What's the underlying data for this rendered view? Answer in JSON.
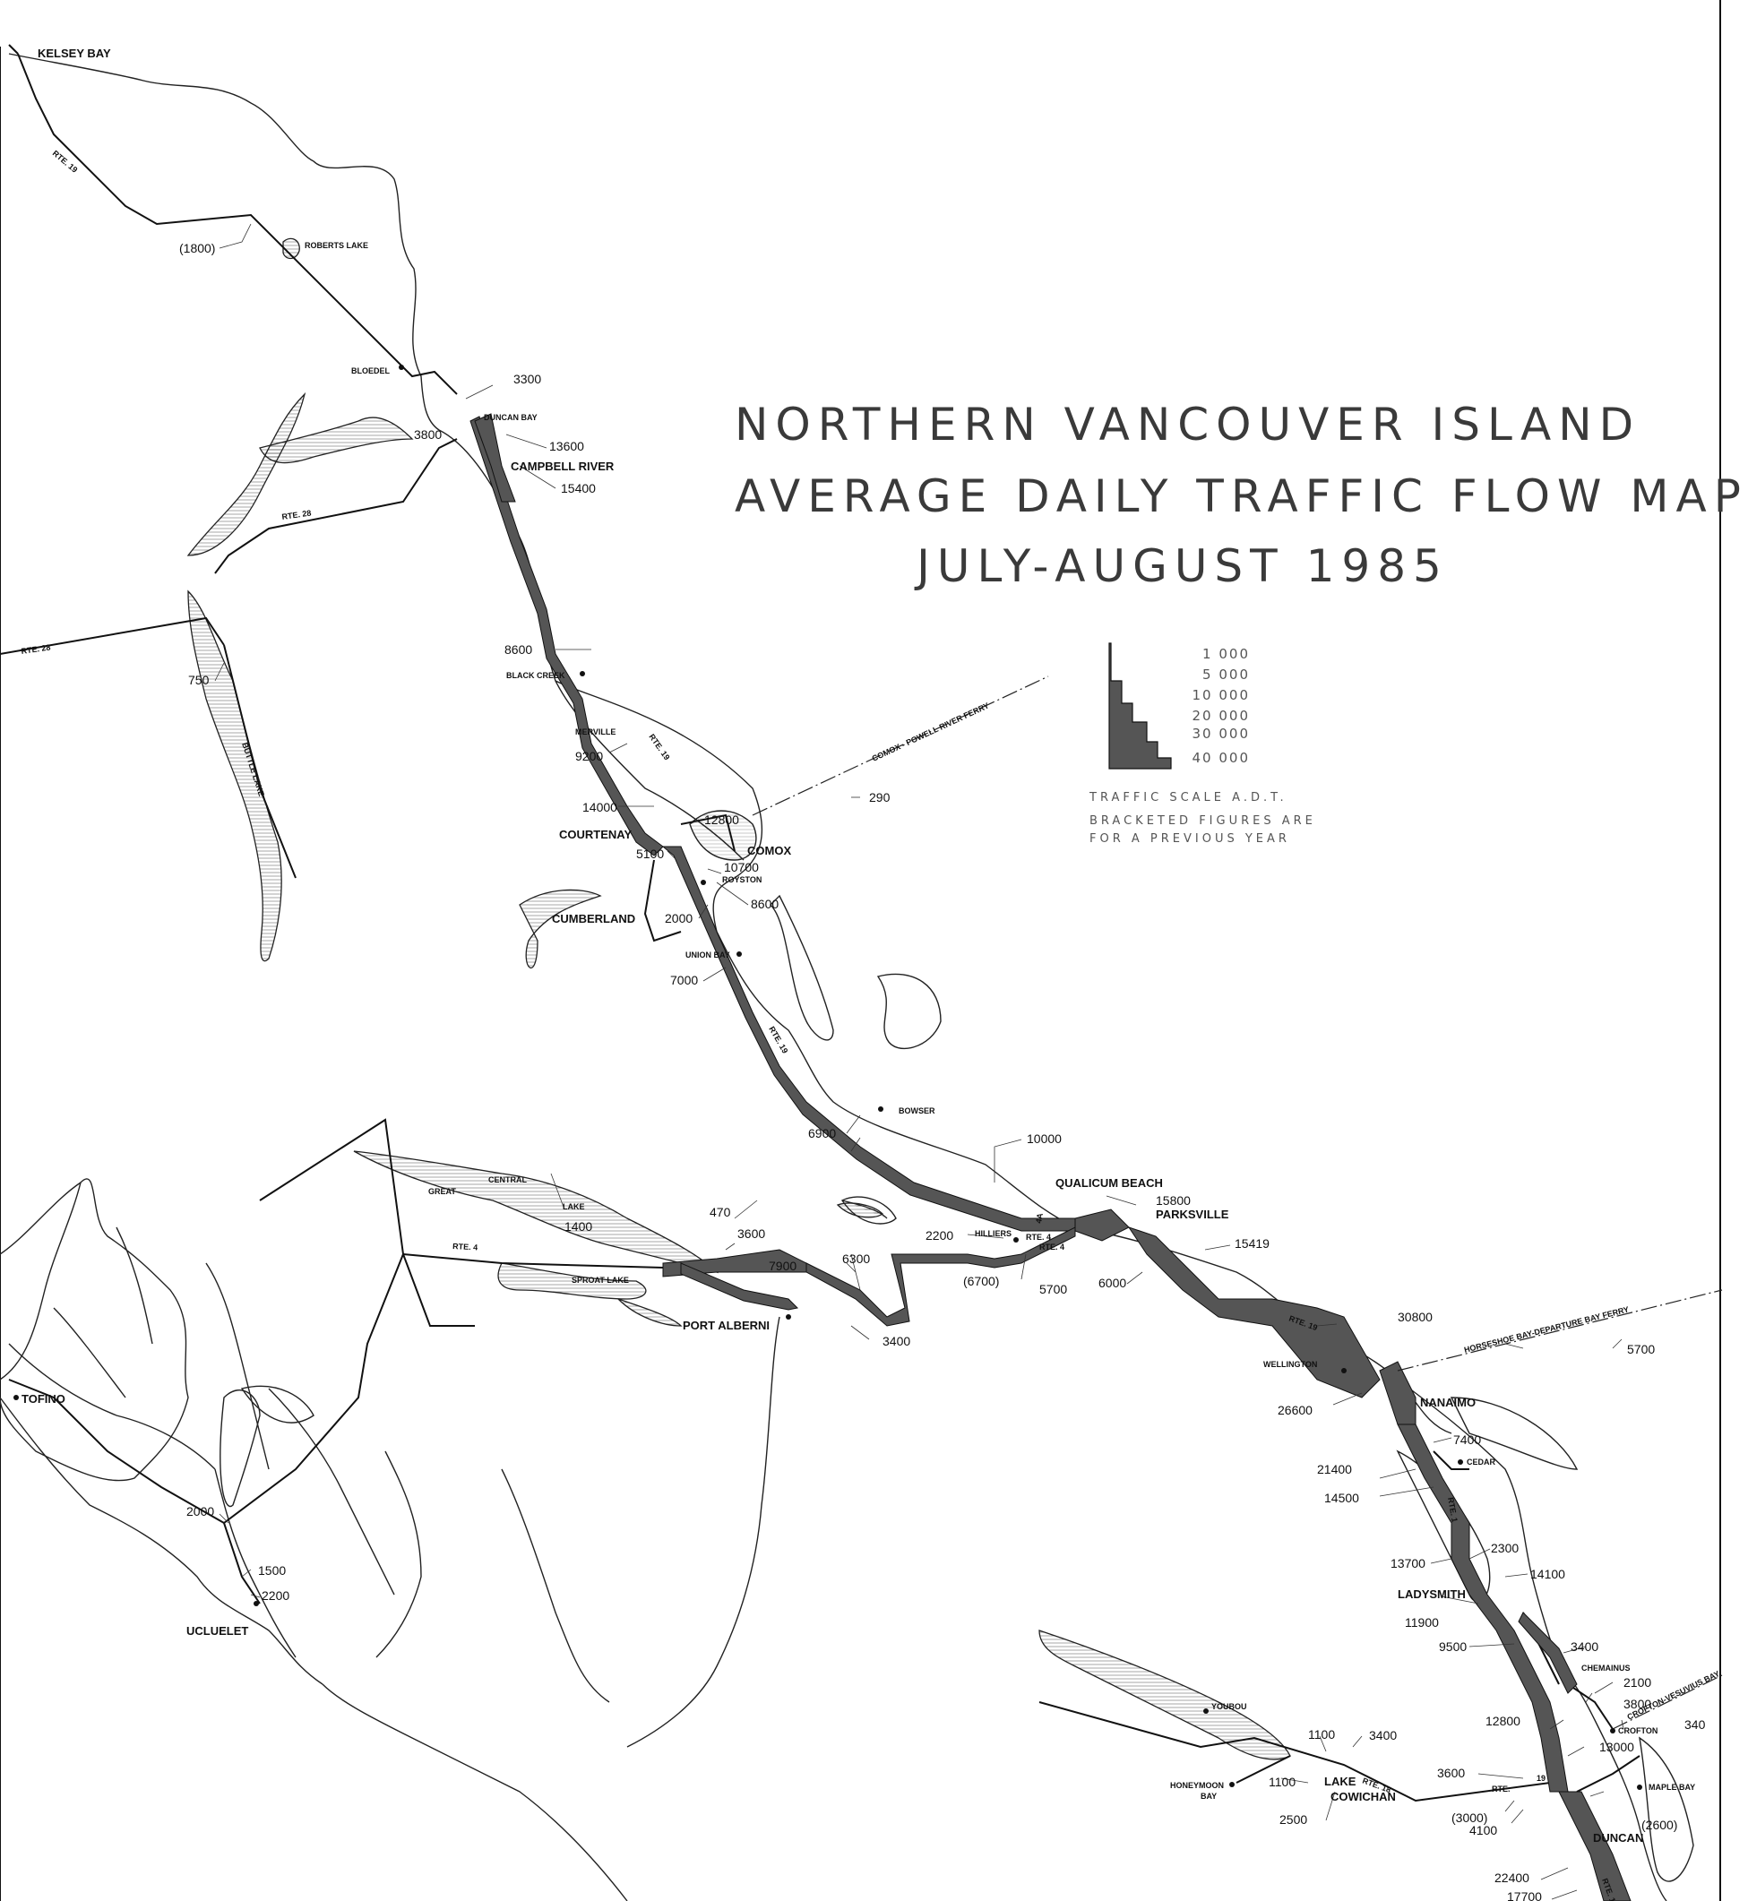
{
  "title": {
    "line1": "NORTHERN  VANCOUVER  ISLAND",
    "line2": "AVERAGE  DAILY  TRAFFIC  FLOW  MAP",
    "line3": "JULY-AUGUST 1985"
  },
  "legend": {
    "scale_values": [
      "1 000",
      "5 000",
      "10 000",
      "20 000",
      "30 000",
      "40 000"
    ],
    "note_line1": "TRAFFIC  SCALE  A.D.T.",
    "note_line2": "BRACKETED  FIGURES  ARE",
    "note_line3": "FOR  A  PREVIOUS  YEAR"
  },
  "colors": {
    "ink": "#111111",
    "flow_fill": "#555555",
    "coast": "#222222"
  },
  "places": {
    "kelsey_bay": "KELSEY BAY",
    "roberts_lake": "ROBERTS LAKE",
    "bloedel": "BLOEDEL",
    "duncan_bay": "DUNCAN BAY",
    "campbell_river": "CAMPBELL RIVER",
    "black_creek": "BLACK CREEK",
    "merville": "MERVILLE",
    "courtenay": "COURTENAY",
    "comox": "COMOX",
    "royston": "ROYSTON",
    "cumberland": "CUMBERLAND",
    "union_bay": "UNION BAY",
    "bowser": "BOWSER",
    "qualicum_beach": "QUALICUM BEACH",
    "parksville": "PARKSVILLE",
    "hilliers": "HILLIERS",
    "great": "GREAT",
    "central": "CENTRAL",
    "lake": "LAKE",
    "sproat_lake": "SPROAT LAKE",
    "port_alberni": "PORT ALBERNI",
    "tofino": "TOFINO",
    "ucluelet": "UCLUELET",
    "wellington": "WELLINGTON",
    "nanaimo": "NANAIMO",
    "cedar": "CEDAR",
    "ladysmith": "LADYSMITH",
    "chemainus": "CHEMAINUS",
    "crofton": "CROFTON",
    "youbou": "YOUBOU",
    "honeymoon_bay_1": "HONEYMOON",
    "honeymoon_bay_2": "BAY",
    "lake_cowichan_1": "LAKE",
    "lake_cowichan_2": "COWICHAN",
    "maple_bay": "MAPLE BAY",
    "duncan": "DUNCAN",
    "buttle_lake": "BUTTLE LAKE"
  },
  "ferries": {
    "comox_powell": "COMOX - POWELL RIVER FERRY",
    "horseshoe": "HORSESHOE BAY-DEPARTURE BAY FERRY",
    "crofton_vesuvius": "CROFTON-VESUVIUS BAY"
  },
  "routes": {
    "rte19_north": "RTE. 19",
    "rte28_a": "RTE. 28",
    "rte28_b": "RTE. 28",
    "rte19_merville": "RTE. 19",
    "rte19_south": "RTE. 19",
    "rte4_hilliers": "RTE. 4",
    "rte4_a": "RTE. 4",
    "rte4_b": "RTE. 4",
    "rte4a": "4A",
    "rte19_nanaimo": "RTE. 19",
    "rte1": "RTE. 1",
    "rte18": "RTE. 18",
    "rte1_duncan": "RTE. 1",
    "rte_duncan": "RTE.",
    "rte19_b": "19"
  },
  "counts": {
    "c1800": "(1800)",
    "c3300": "3300",
    "c3800": "3800",
    "c13600": "13600",
    "c15400": "15400",
    "c8600a": "8600",
    "c750": "750",
    "c9200": "9200",
    "c290": "290",
    "c14000": "14000",
    "c12800a": "12800",
    "c5100": "5100",
    "c10700": "10700",
    "c8600b": "8600",
    "c2000a": "2000",
    "c7000": "7000",
    "c6900": "6900",
    "c10000": "10000",
    "c15800": "15800",
    "c15419": "15419",
    "c6000": "6000",
    "c5700a": "5700",
    "c6700": "(6700)",
    "c2200a": "2200",
    "c470": "470",
    "c3600a": "3600",
    "c1400": "1400",
    "c7900": "7900",
    "c6300": "6300",
    "c3400a": "3400",
    "c30800": "30800",
    "c5700b": "5700",
    "c26600": "26600",
    "c7400": "7400",
    "c21400": "21400",
    "c14500": "14500",
    "c2300": "2300",
    "c13700": "13700",
    "c14100": "14100",
    "c11900": "11900",
    "c9500": "9500",
    "c3400b": "3400",
    "c2100": "2100",
    "c3800b": "3800",
    "c340": "340",
    "c12800b": "12800",
    "c13000": "13000",
    "c2000b": "2000",
    "c1500": "1500",
    "c2200b": "2200",
    "c1100a": "1100",
    "c3400c": "3400",
    "c1100b": "1100",
    "c2500": "2500",
    "c3600b": "3600",
    "c3000": "(3000)",
    "c4100": "4100",
    "c2600": "(2600)",
    "c22400": "22400",
    "c17700": "17700"
  }
}
